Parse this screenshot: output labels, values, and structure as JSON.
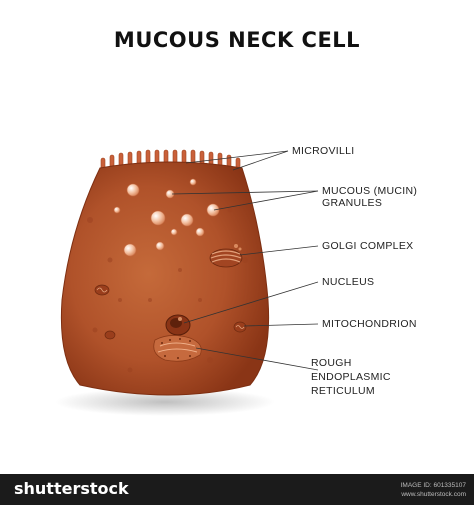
{
  "title": "MUCOUS NECK CELL",
  "labels": {
    "microvilli": "MICROVILLI",
    "mucous_granules": "MUCOUS (MUCIN) GRANULES",
    "golgi": "GOLGI COMPLEX",
    "nucleus": "NUCLEUS",
    "mitochondrion": "MITOCHONDRION",
    "rer_line1": "ROUGH",
    "rer_line2": "ENDOPLASMIC",
    "rer_line3": "RETICULUM"
  },
  "footer": {
    "brand": "shutterstock",
    "image_id": "IMAGE ID: 601335107",
    "site": "www.shutterstock.com"
  },
  "colors": {
    "cell_body": "#b5552b",
    "cell_edge": "#8a3516",
    "microvilli": "#c9603a",
    "footer_bg": "#1b1b1b"
  }
}
